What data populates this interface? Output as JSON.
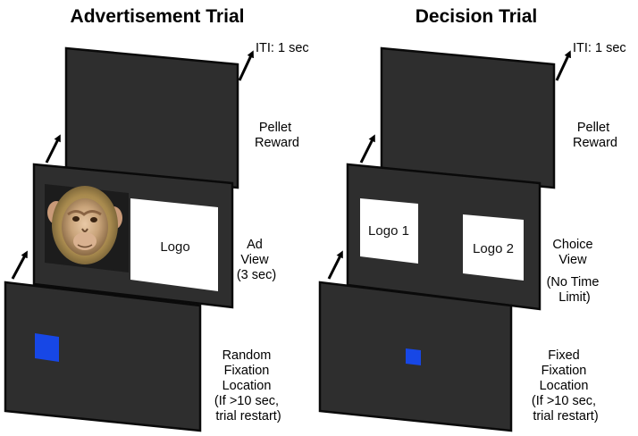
{
  "colors": {
    "screen_fill": "#2e2e2e",
    "screen_border": "#0a0a0a",
    "logo_box": "#ffffff",
    "fixation_square": "#1747e6",
    "face_background": "#1c1c1c"
  },
  "left_panel": {
    "title": "Advertisement Trial",
    "iti_label": "ITI: 1 sec",
    "reward_label": [
      "Pellet",
      "Reward"
    ],
    "ad_view_label": [
      "Ad",
      "View",
      "(3 sec)"
    ],
    "ad_image": "monkey-face",
    "ad_logo_label": "Logo",
    "fixation_label": [
      "Random",
      "Fixation",
      "Location",
      "(If >10 sec,",
      "trial restart)"
    ]
  },
  "right_panel": {
    "title": "Decision Trial",
    "iti_label": "ITI: 1 sec",
    "reward_label": [
      "Pellet",
      "Reward"
    ],
    "choice_view_label": [
      "Choice",
      "View",
      "(No Time",
      "Limit)"
    ],
    "logo1_label": "Logo 1",
    "logo2_label": "Logo 2",
    "fixation_label": [
      "Fixed",
      "Fixation",
      "Location",
      "(If >10 sec,",
      "trial restart)"
    ]
  }
}
